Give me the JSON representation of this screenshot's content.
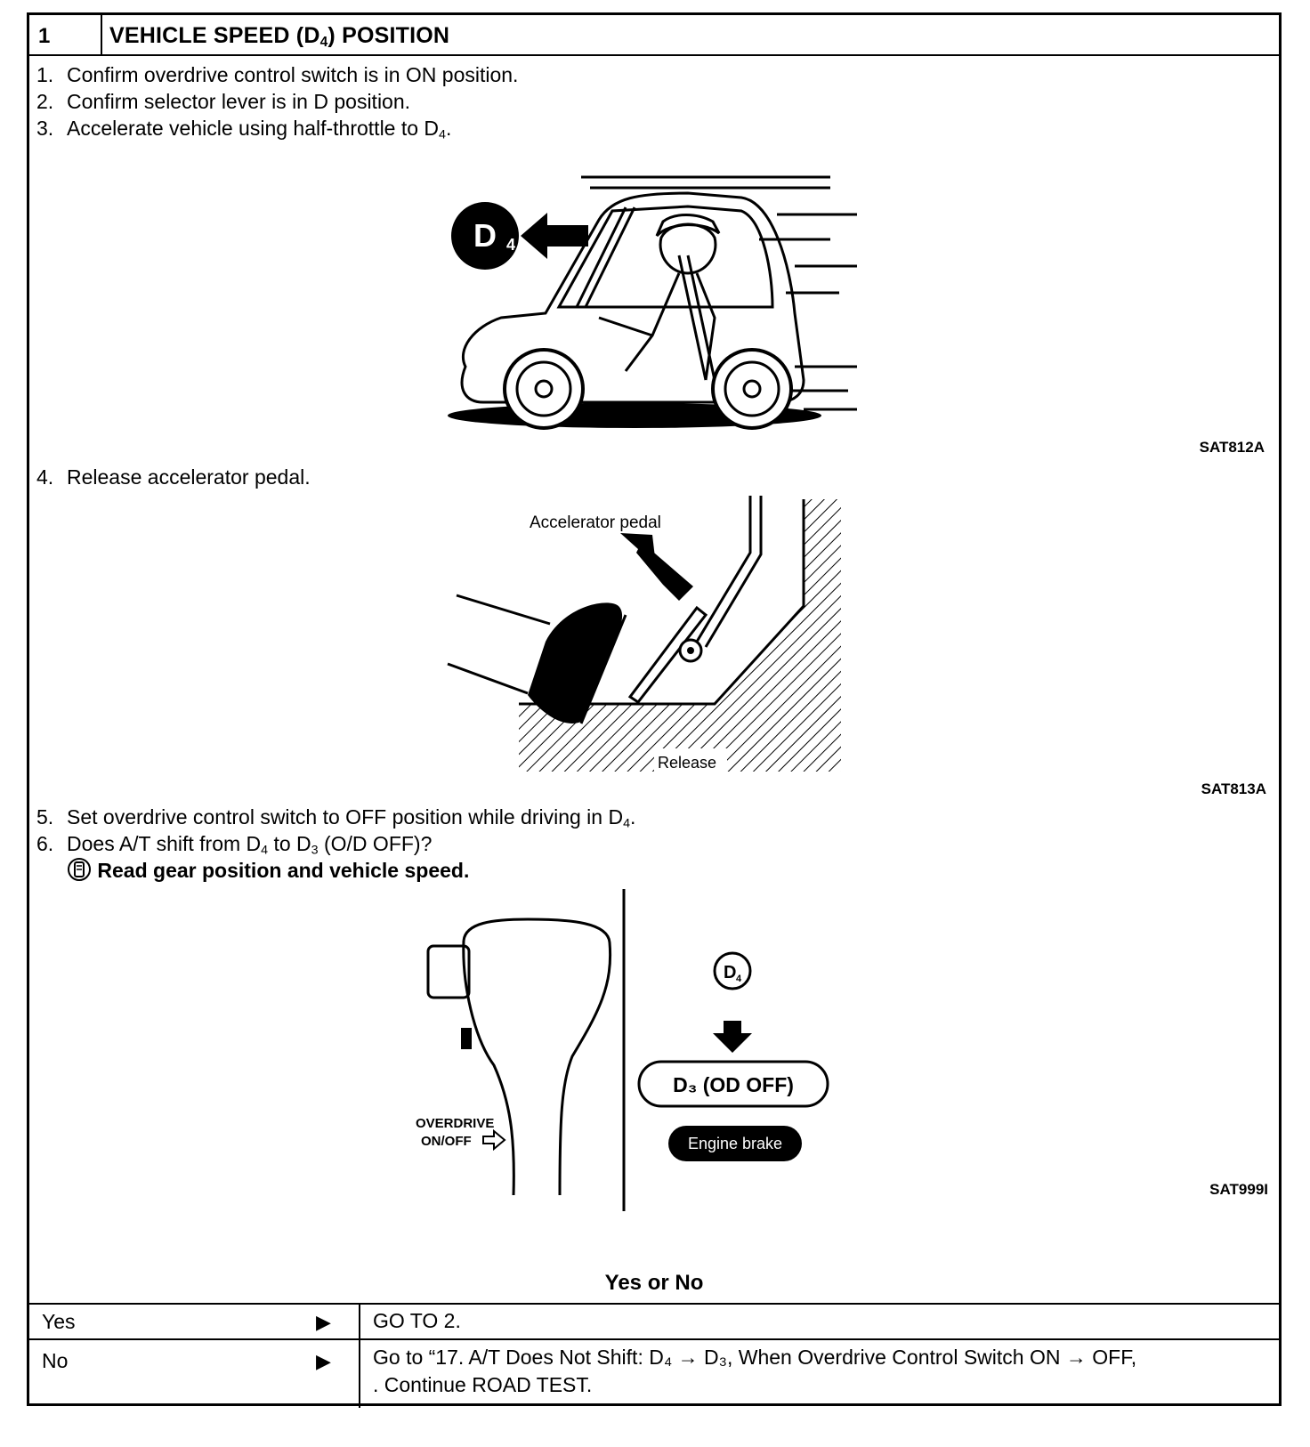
{
  "header": {
    "number": "1",
    "title": "VEHICLE SPEED (D4) POSITION"
  },
  "steps": [
    {
      "n": "1.",
      "text": "Confirm overdrive control switch is in ON position."
    },
    {
      "n": "2.",
      "text": "Confirm selector lever is in D position."
    },
    {
      "n": "3.",
      "text_pre": "Accelerate vehicle using half-throttle to D",
      "sub": "4",
      "text_post": "."
    },
    {
      "n": "4.",
      "text": "Release accelerator pedal."
    },
    {
      "n": "5.",
      "text_pre": "Set overdrive control switch to OFF position while driving in D",
      "sub": "4",
      "text_post": "."
    },
    {
      "n": "6.",
      "a": "Does A/T shift from D",
      "s1": "4",
      "b": " to D",
      "s2": "3",
      "c": " (O/D OFF)?"
    }
  ],
  "note": "Read gear position and vehicle speed.",
  "figures": {
    "fig1": {
      "code": "SAT812A",
      "badge_main": "D",
      "badge_sub": "4"
    },
    "fig2": {
      "code": "SAT813A",
      "label_top": "Accelerator pedal",
      "label_bottom": "Release"
    },
    "fig3": {
      "code": "SAT999I",
      "switch_label_1": "OVERDRIVE",
      "switch_label_2": "ON/OFF",
      "circle_main": "D",
      "circle_sub": "4",
      "box_text": "D₃ (OD OFF)",
      "pill_text": "Engine brake"
    }
  },
  "question": "Yes or No",
  "results": [
    {
      "label": "Yes",
      "arrow": "▶",
      "text": "GO TO 2."
    },
    {
      "label": "No",
      "arrow": "▶",
      "text_line1": "Go to “17. A/T Does Not Shift: D₄ → D₃, When Overdrive Control Switch ON → OFF,",
      "text_line2": ". Continue ROAD TEST."
    }
  ]
}
